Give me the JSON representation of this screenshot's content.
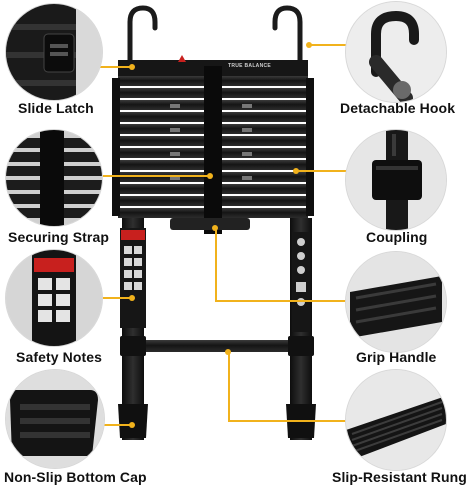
{
  "labels": {
    "slide_latch": "Slide Latch",
    "detachable_hook": "Detachable Hook",
    "securing_strap": "Securing Strap",
    "coupling": "Coupling",
    "safety_notes": "Safety Notes",
    "grip_handle": "Grip Handle",
    "non_slip_bottom_cap": "Non-Slip Bottom Cap",
    "slip_resistant_rung": "Slip-Resistant Rung"
  },
  "ladder_badge": "TRUE BALANCE",
  "colors": {
    "leader_line": "#f1b21c",
    "ladder": "#1a1a1a",
    "rung": "#2a2a2a",
    "warning_label": "#c8201e",
    "background": "#ffffff"
  }
}
